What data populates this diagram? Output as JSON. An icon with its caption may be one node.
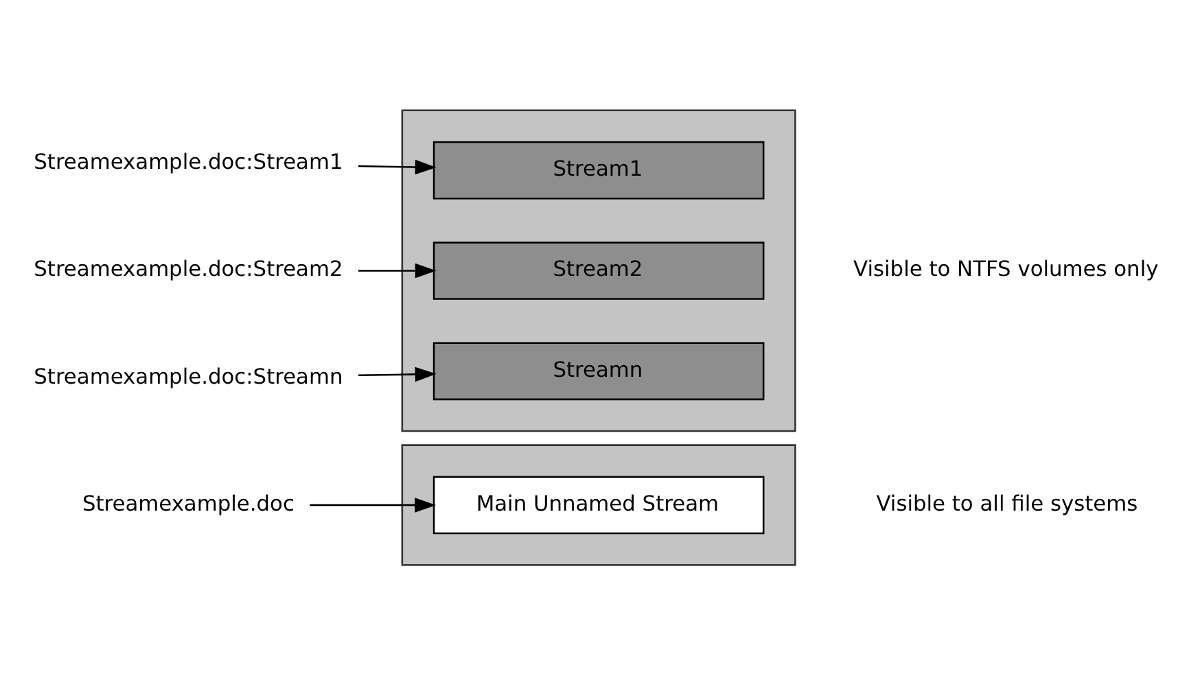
{
  "diagram": {
    "nodes": [
      {
        "text": [],
        "shape": "box"
      },
      {
        "text": [
          "Main Unnamed Stream"
        ],
        "in": 0
      },
      {
        "text": [
          "Streamexample.doc"
        ]
      },
      {
        "text": [],
        "shape": "box"
      },
      {
        "text": [
          "Stream1"
        ],
        "in": 3
      },
      {
        "text": [
          "Stream2"
        ],
        "in": 3
      },
      {
        "text": [
          "Streamn"
        ],
        "in": 3
      },
      {
        "text": [
          "Streamexample.doc:Stream1"
        ]
      },
      {
        "text": [
          "Streamexample.doc:Stream2"
        ]
      },
      {
        "text": [
          "Streamexample.doc:Streamn"
        ]
      }
    ],
    "edges": [
      {
        "from": 2,
        "to": 1,
        "arrow": "to"
      },
      {
        "from": 7,
        "to": 4,
        "arrow": "to"
      },
      {
        "from": 8,
        "to": 5,
        "arrow": "to"
      },
      {
        "from": 9,
        "to": 6,
        "arrow": "to"
      }
    ],
    "labels": [
      "Visible to all file systems",
      "Visible to NTFS volumes only"
    ]
  }
}
